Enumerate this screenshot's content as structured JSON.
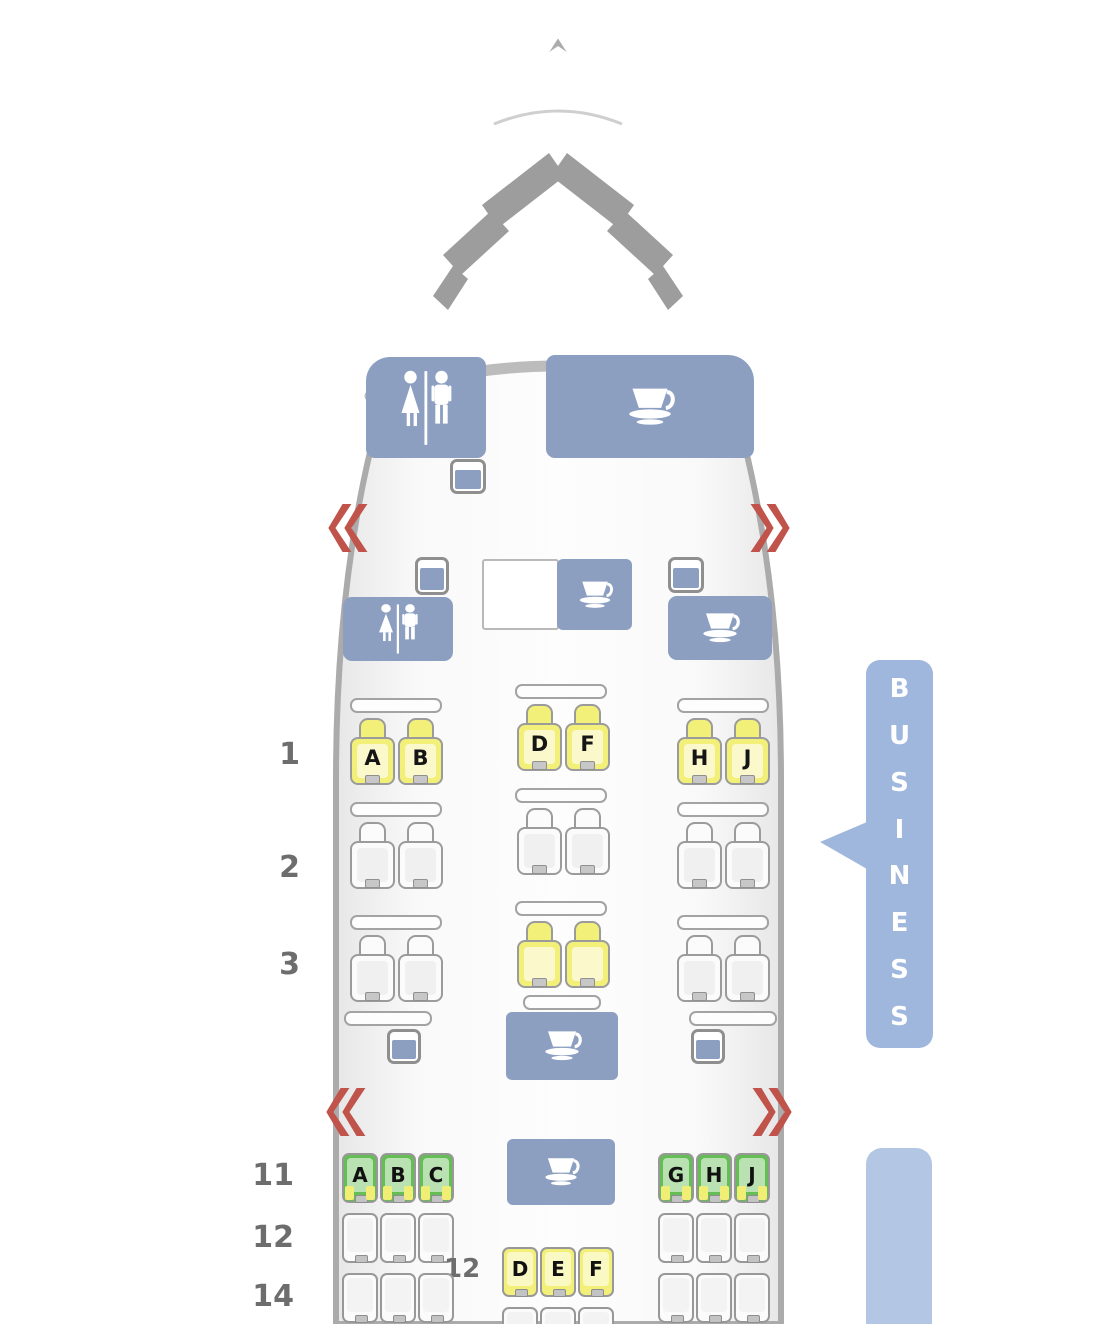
{
  "labels": {
    "business_class": "BUSINESS",
    "business_letters": [
      "B",
      "U",
      "S",
      "I",
      "N",
      "E",
      "S",
      "S"
    ]
  },
  "cabin": {
    "business": {
      "rows": [
        {
          "number": "1",
          "groups": [
            {
              "side": "left",
              "seats": [
                {
                  "letter": "A",
                  "status": "selected"
                },
                {
                  "letter": "B",
                  "status": "selected"
                }
              ]
            },
            {
              "side": "center",
              "seats": [
                {
                  "letter": "D",
                  "status": "selected"
                },
                {
                  "letter": "F",
                  "status": "selected"
                }
              ]
            },
            {
              "side": "right",
              "seats": [
                {
                  "letter": "H",
                  "status": "selected"
                },
                {
                  "letter": "J",
                  "status": "selected"
                }
              ]
            }
          ]
        },
        {
          "number": "2",
          "groups": [
            {
              "side": "left",
              "seats": [
                {
                  "letter": "",
                  "status": "available"
                },
                {
                  "letter": "",
                  "status": "available"
                }
              ]
            },
            {
              "side": "center",
              "seats": [
                {
                  "letter": "",
                  "status": "available"
                },
                {
                  "letter": "",
                  "status": "available"
                }
              ]
            },
            {
              "side": "right",
              "seats": [
                {
                  "letter": "",
                  "status": "available"
                },
                {
                  "letter": "",
                  "status": "available"
                }
              ]
            }
          ]
        },
        {
          "number": "3",
          "groups": [
            {
              "side": "left",
              "seats": [
                {
                  "letter": "",
                  "status": "available"
                },
                {
                  "letter": "",
                  "status": "available"
                }
              ]
            },
            {
              "side": "center",
              "seats": [
                {
                  "letter": "",
                  "status": "selected"
                },
                {
                  "letter": "",
                  "status": "selected"
                }
              ]
            },
            {
              "side": "right",
              "seats": [
                {
                  "letter": "",
                  "status": "available"
                },
                {
                  "letter": "",
                  "status": "available"
                }
              ]
            }
          ]
        }
      ]
    },
    "economy": {
      "rows": [
        {
          "number": "11",
          "groups": [
            {
              "side": "left",
              "seats": [
                {
                  "letter": "A",
                  "status": "premium"
                },
                {
                  "letter": "B",
                  "status": "premium"
                },
                {
                  "letter": "C",
                  "status": "premium"
                }
              ]
            },
            {
              "side": "right",
              "seats": [
                {
                  "letter": "G",
                  "status": "premium"
                },
                {
                  "letter": "H",
                  "status": "premium"
                },
                {
                  "letter": "J",
                  "status": "premium"
                }
              ]
            }
          ]
        },
        {
          "number": "12",
          "groups": [
            {
              "side": "left",
              "seats": [
                {
                  "letter": "",
                  "status": "available"
                },
                {
                  "letter": "",
                  "status": "available"
                },
                {
                  "letter": "",
                  "status": "available"
                }
              ]
            },
            {
              "side": "right",
              "seats": [
                {
                  "letter": "",
                  "status": "available"
                },
                {
                  "letter": "",
                  "status": "available"
                },
                {
                  "letter": "",
                  "status": "available"
                }
              ]
            }
          ],
          "center": {
            "label": "12",
            "seats": [
              {
                "letter": "D",
                "status": "selected"
              },
              {
                "letter": "E",
                "status": "selected"
              },
              {
                "letter": "F",
                "status": "selected"
              }
            ]
          }
        },
        {
          "number": "14",
          "groups": [
            {
              "side": "left",
              "seats": [
                {
                  "letter": "",
                  "status": "available"
                },
                {
                  "letter": "",
                  "status": "available"
                },
                {
                  "letter": "",
                  "status": "available"
                }
              ]
            },
            {
              "side": "right",
              "seats": [
                {
                  "letter": "",
                  "status": "available"
                },
                {
                  "letter": "",
                  "status": "available"
                },
                {
                  "letter": "",
                  "status": "available"
                }
              ]
            }
          ],
          "center": {
            "label": "",
            "seats": [
              {
                "letter": "",
                "status": "available"
              },
              {
                "letter": "",
                "status": "available"
              },
              {
                "letter": "",
                "status": "available"
              }
            ]
          }
        }
      ]
    }
  },
  "icons": {
    "lavatory": "lavatory-wc-icon",
    "galley": "galley-cup-icon",
    "closet": "closet-icon",
    "exit": "exit-arrows-icon",
    "cockpit": "cockpit-windows"
  },
  "colors": {
    "facility_blue": "#8c9fc1",
    "class_label_blue": "#9fb7dd",
    "economy_label_blue": "#b3c7e4",
    "seat_selected_yellow": "#f3f07a",
    "seat_premium_green": "#65bd55",
    "seat_available": "#fbfbfb",
    "exit_red": "#c0544b",
    "hull_gray": "#ababab"
  }
}
